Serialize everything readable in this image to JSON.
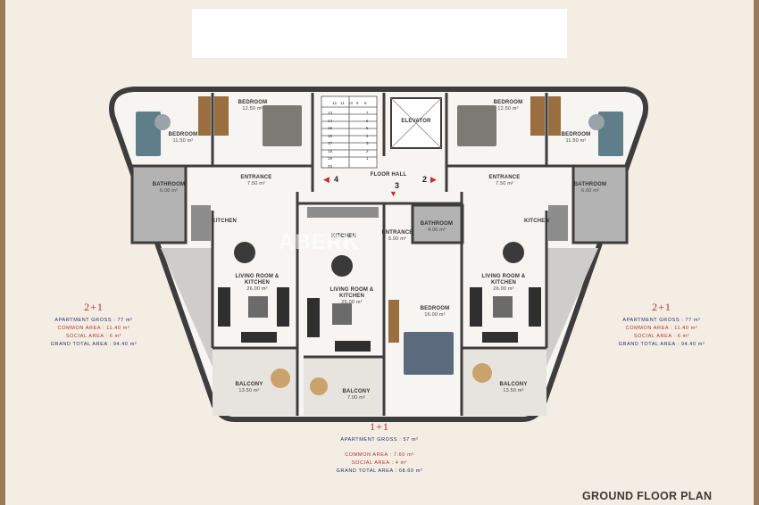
{
  "plan": {
    "title": "GROUND FLOOR PLAN",
    "watermark": "ABERK",
    "rooms": {
      "bedroom_tl": {
        "name": "BEDROOM",
        "area": "11.50 m²"
      },
      "bedroom_tl2": {
        "name": "BEDROOM",
        "area": "12.50 m²"
      },
      "bedroom_tr2": {
        "name": "BEDROOM",
        "area": "12.50 m²"
      },
      "bedroom_tr": {
        "name": "BEDROOM",
        "area": "11.50 m²"
      },
      "elevator": {
        "name": "ELEVATOR"
      },
      "floor_hall": {
        "name": "FLOOR HALL"
      },
      "entrance_l": {
        "name": "ENTRANCE",
        "area": "7.50 m²"
      },
      "entrance_r": {
        "name": "ENTRANCE",
        "area": "7.50 m²"
      },
      "entrance_c": {
        "name": "ENTRANCE",
        "area": "5.00 m²"
      },
      "bathroom_l": {
        "name": "BATHROOM",
        "area": "6.00 m²"
      },
      "bathroom_r": {
        "name": "BATHROOM",
        "area": "6.00 m²"
      },
      "bathroom_c": {
        "name": "BATHROOM",
        "area": "4.00 m²"
      },
      "kitchen_l": {
        "name": "KITCHEN"
      },
      "kitchen_r": {
        "name": "KITCHEN"
      },
      "kitchen_c": {
        "name": "KITCHEN"
      },
      "living_l": {
        "name": "LIVING ROOM & KITCHEN",
        "area": "26.00 m²"
      },
      "living_c": {
        "name": "LIVING ROOM & KITCHEN",
        "area": "25.00 m²"
      },
      "living_r": {
        "name": "LIVING ROOM & KITCHEN",
        "area": "26.00 m²"
      },
      "bedroom_c": {
        "name": "BEDROOM",
        "area": "16.00 m²"
      },
      "balcony_l": {
        "name": "BALCONY",
        "area": "13.50 m²"
      },
      "balcony_c": {
        "name": "BALCONY",
        "area": "7.00 m²"
      },
      "balcony_r": {
        "name": "BALCONY",
        "area": "13.50 m²"
      }
    },
    "apartment_numbers": {
      "left": "4",
      "center": "3",
      "right": "2"
    },
    "stair_steps": [
      "12",
      "11",
      "10",
      "9",
      "8",
      "13",
      "7",
      "14",
      "6",
      "15",
      "5",
      "16",
      "4",
      "17",
      "3",
      "18",
      "2",
      "19",
      "1",
      "20"
    ]
  },
  "units": {
    "left": {
      "type": "2+1",
      "gross": "APARTMENT GROSS : 77 m²",
      "common": "COMMON AREA : 11.40 m²",
      "social": "SOCIAL AREA : 6 m²",
      "total": "GRAND TOTAL AREA : 94.40 m²"
    },
    "right": {
      "type": "2+1",
      "gross": "APARTMENT GROSS : 77 m²",
      "common": "COMMON AREA : 11.40 m²",
      "social": "SOCIAL AREA : 6 m²",
      "total": "GRAND TOTAL AREA : 94.40 m²"
    },
    "center": {
      "type": "1+1",
      "gross": "APARTMENT GROSS : 57 m²",
      "common": "COMMON AREA : 7.60 m²",
      "social": "SOCIAL AREA : 4 m²",
      "total": "GRAND TOTAL AREA : 68.60 m²"
    }
  },
  "colors": {
    "wall": "#3d3d3d",
    "floor": "#f6f5f2",
    "tile": "#a9a9a9",
    "accent_red": "#b3302c",
    "navy": "#1f2b6b",
    "frame": "#9a7a5a"
  }
}
